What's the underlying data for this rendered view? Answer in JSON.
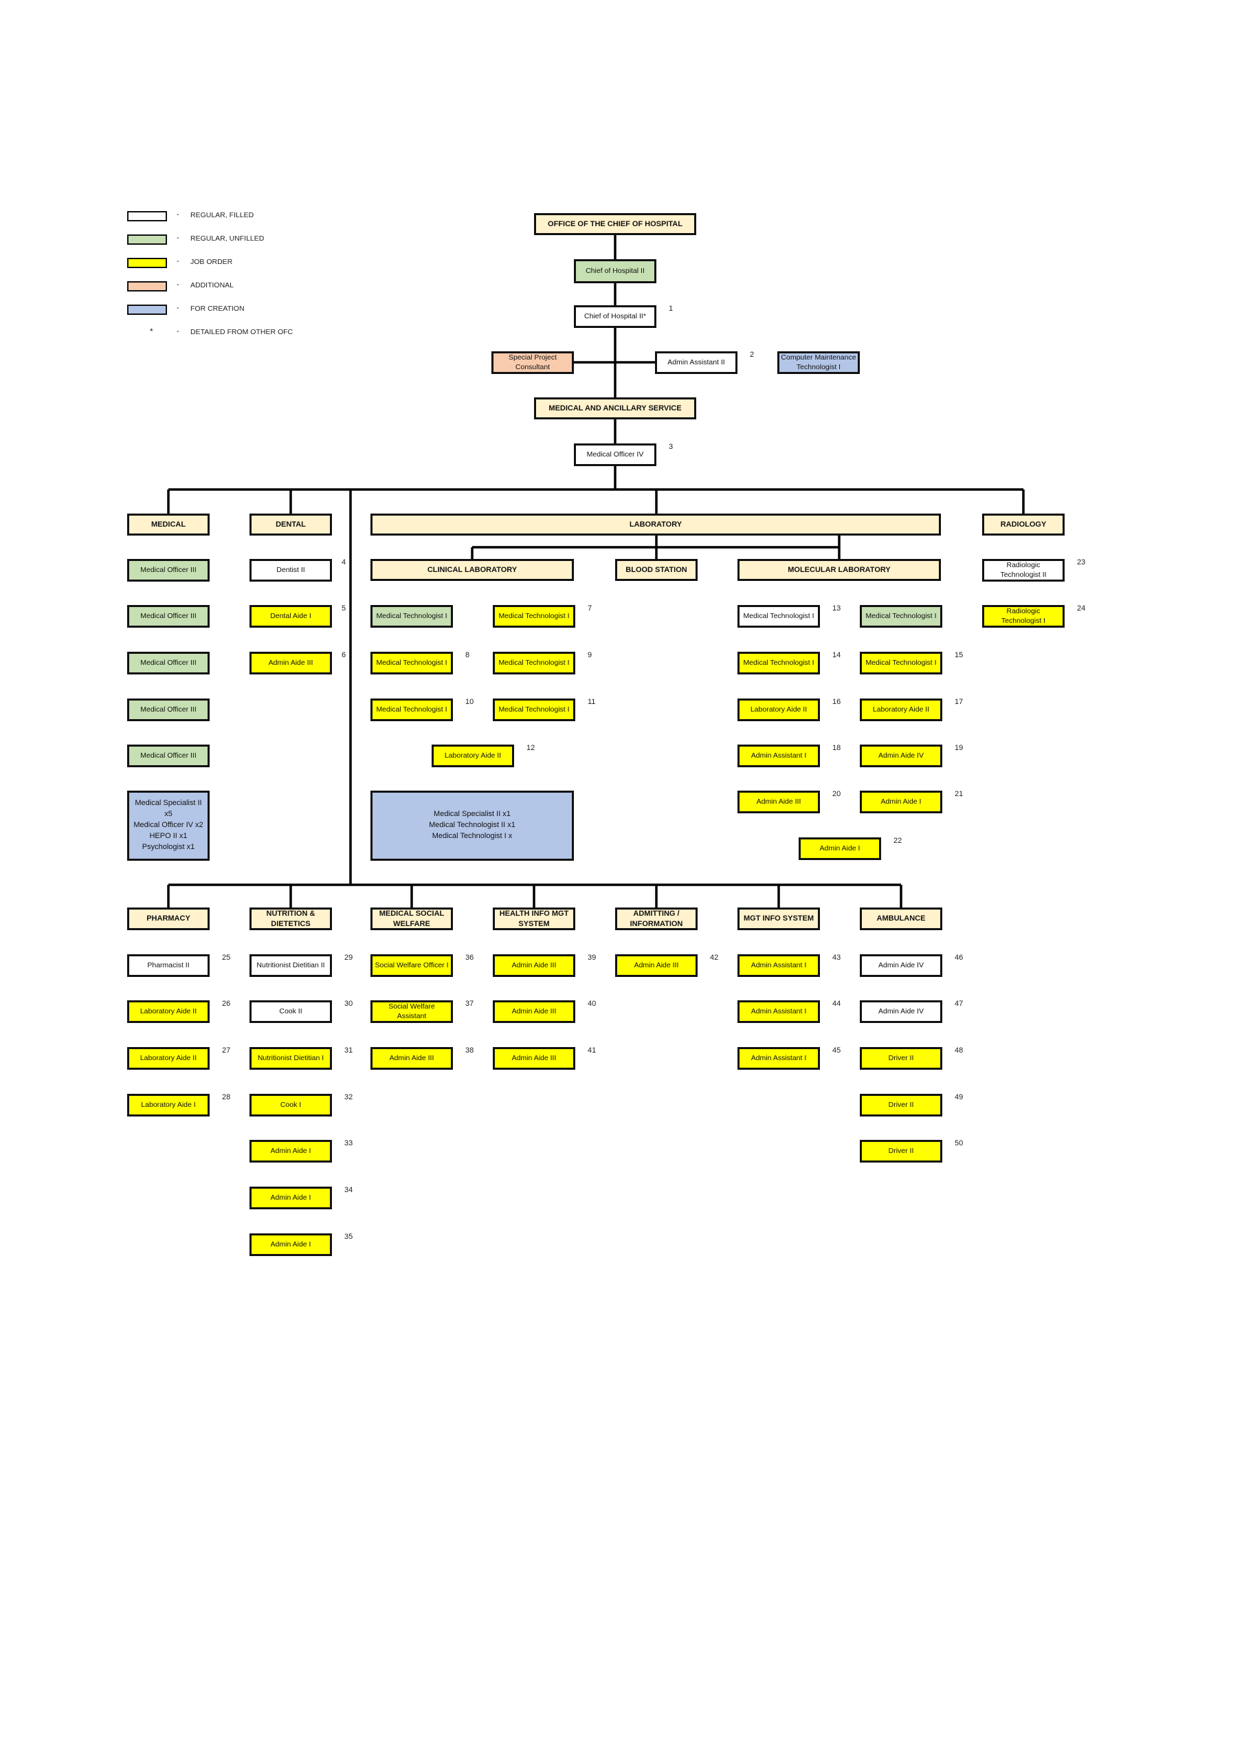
{
  "colors": {
    "filled": "#ffffff",
    "unfilled": "#c6dfb3",
    "job_order": "#ffff00",
    "additional": "#f8cbad",
    "creation": "#b4c6e7",
    "header": "#fff2cc"
  },
  "legend": [
    {
      "label": "REGULAR, FILLED",
      "status": "filled"
    },
    {
      "label": "REGULAR, UNFILLED",
      "status": "unfilled"
    },
    {
      "label": "JOB ORDER",
      "status": "job_order"
    },
    {
      "label": "ADDITIONAL",
      "status": "additional"
    },
    {
      "label": "FOR CREATION",
      "status": "creation"
    }
  ],
  "legend_note": {
    "symbol": "*",
    "label": "DETAILED FROM OTHER OFC"
  },
  "legend_dash": "-",
  "boxes": [
    {
      "id": "office-chief",
      "text": "OFFICE OF THE CHIEF OF HOSPITAL",
      "status": "header",
      "head": true
    },
    {
      "id": "chief-1",
      "text": "Chief of Hospital II",
      "status": "unfilled"
    },
    {
      "id": "chief-2",
      "text": "Chief of Hospital II*",
      "status": "filled"
    },
    {
      "id": "special-project",
      "text": "Special Project Consultant",
      "status": "additional"
    },
    {
      "id": "admin-asst-2",
      "text": "Admin Assistant II",
      "status": "filled"
    },
    {
      "id": "comp-maint",
      "text": "Computer Maintenance Technologist I",
      "status": "creation"
    },
    {
      "id": "med-ancillary",
      "text": "MEDICAL AND ANCILLARY SERVICE",
      "status": "header",
      "head": true
    },
    {
      "id": "med-officer-4",
      "text": "Medical Officer IV",
      "status": "filled"
    },
    {
      "id": "h-medical",
      "text": "MEDICAL",
      "status": "header",
      "head": true
    },
    {
      "id": "h-dental",
      "text": "DENTAL",
      "status": "header",
      "head": true
    },
    {
      "id": "h-laboratory",
      "text": "LABORATORY",
      "status": "header",
      "head": true
    },
    {
      "id": "h-radiology",
      "text": "RADIOLOGY",
      "status": "header",
      "head": true
    },
    {
      "id": "h-clinical",
      "text": "CLINICAL LABORATORY",
      "status": "header",
      "head": true
    },
    {
      "id": "h-blood",
      "text": "BLOOD STATION",
      "status": "header",
      "head": true
    },
    {
      "id": "h-molecular",
      "text": "MOLECULAR LABORATORY",
      "status": "header",
      "head": true
    },
    {
      "id": "mo3-a",
      "text": "Medical Officer III",
      "status": "unfilled"
    },
    {
      "id": "mo3-b",
      "text": "Medical Officer III",
      "status": "unfilled"
    },
    {
      "id": "mo3-c",
      "text": "Medical Officer III",
      "status": "unfilled"
    },
    {
      "id": "mo3-d",
      "text": "Medical Officer III",
      "status": "unfilled"
    },
    {
      "id": "mo3-e",
      "text": "Medical Officer III",
      "status": "unfilled"
    },
    {
      "id": "med-creation",
      "text": "Medical Specialist II x5\nMedical Officer IV x2\nHEPO II x1\nPsychologist x1",
      "status": "creation",
      "big": true
    },
    {
      "id": "dentist-2",
      "text": "Dentist II",
      "status": "filled"
    },
    {
      "id": "dental-aide-1",
      "text": "Dental Aide I",
      "status": "job_order"
    },
    {
      "id": "dental-admin-aide-3",
      "text": "Admin Aide III",
      "status": "job_order"
    },
    {
      "id": "clin-mt-1",
      "text": "Medical Technologist I",
      "status": "unfilled"
    },
    {
      "id": "clin-mt-2",
      "text": "Medical Technologist I",
      "status": "job_order"
    },
    {
      "id": "clin-mt-3",
      "text": "Medical Technologist I",
      "status": "job_order"
    },
    {
      "id": "clin-mt-4",
      "text": "Medical Technologist I",
      "status": "job_order"
    },
    {
      "id": "clin-mt-5",
      "text": "Medical Technologist I",
      "status": "job_order"
    },
    {
      "id": "clin-mt-6",
      "text": "Medical Technologist I",
      "status": "job_order"
    },
    {
      "id": "clin-lab-aide-2",
      "text": "Laboratory Aide II",
      "status": "job_order"
    },
    {
      "id": "lab-creation",
      "text": "Medical Specialist II x1\nMedical Technologist II x1\nMedical Technologist I x",
      "status": "creation",
      "big": true
    },
    {
      "id": "mol-mt-1",
      "text": "Medical Technologist I",
      "status": "filled"
    },
    {
      "id": "mol-mt-2",
      "text": "Medical Technologist I",
      "status": "unfilled"
    },
    {
      "id": "mol-mt-3",
      "text": "Medical Technologist I",
      "status": "job_order"
    },
    {
      "id": "mol-mt-4",
      "text": "Medical Technologist I",
      "status": "job_order"
    },
    {
      "id": "mol-lab-aide-1",
      "text": "Laboratory Aide II",
      "status": "job_order"
    },
    {
      "id": "mol-lab-aide-2",
      "text": "Laboratory Aide II",
      "status": "job_order"
    },
    {
      "id": "mol-admin-asst-1",
      "text": "Admin Assistant I",
      "status": "job_order"
    },
    {
      "id": "mol-admin-aide-4",
      "text": "Admin Aide IV",
      "status": "job_order"
    },
    {
      "id": "mol-admin-aide-3",
      "text": "Admin Aide III",
      "status": "job_order"
    },
    {
      "id": "mol-admin-aide-1a",
      "text": "Admin Aide I",
      "status": "job_order"
    },
    {
      "id": "mol-admin-aide-1b",
      "text": "Admin Aide I",
      "status": "job_order"
    },
    {
      "id": "rad-tech-2",
      "text": "Radiologic Technologist II",
      "status": "filled"
    },
    {
      "id": "rad-tech-1",
      "text": "Radiologic Technologist I",
      "status": "job_order"
    },
    {
      "id": "h-pharmacy",
      "text": "PHARMACY",
      "status": "header",
      "head": true
    },
    {
      "id": "h-nutrition",
      "text": "NUTRITION & DIETETICS",
      "status": "header",
      "head": true
    },
    {
      "id": "h-social",
      "text": "MEDICAL SOCIAL WELFARE",
      "status": "header",
      "head": true
    },
    {
      "id": "h-him",
      "text": "HEALTH INFO MGT SYSTEM",
      "status": "header",
      "head": true
    },
    {
      "id": "h-admitting",
      "text": "ADMITTING / INFORMATION",
      "status": "header",
      "head": true
    },
    {
      "id": "h-mis",
      "text": "MGT INFO SYSTEM",
      "status": "header",
      "head": true
    },
    {
      "id": "h-ambulance",
      "text": "AMBULANCE",
      "status": "header",
      "head": true
    },
    {
      "id": "pharmacist-2",
      "text": "Pharmacist II",
      "status": "filled"
    },
    {
      "id": "pharm-lab-aide-2a",
      "text": "Laboratory Aide II",
      "status": "job_order"
    },
    {
      "id": "pharm-lab-aide-2b",
      "text": "Laboratory Aide II",
      "status": "job_order"
    },
    {
      "id": "pharm-lab-aide-1",
      "text": "Laboratory Aide I",
      "status": "job_order"
    },
    {
      "id": "nutri-2",
      "text": "Nutritionist Dietitian II",
      "status": "filled"
    },
    {
      "id": "cook-2",
      "text": "Cook II",
      "status": "filled"
    },
    {
      "id": "nutri-1",
      "text": "Nutritionist Dietitian I",
      "status": "job_order"
    },
    {
      "id": "cook-1",
      "text": "Cook I",
      "status": "job_order"
    },
    {
      "id": "nutri-admin-aide-1a",
      "text": "Admin Aide I",
      "status": "job_order"
    },
    {
      "id": "nutri-admin-aide-1b",
      "text": "Admin Aide I",
      "status": "job_order"
    },
    {
      "id": "nutri-admin-aide-1c",
      "text": "Admin Aide I",
      "status": "job_order"
    },
    {
      "id": "swo-1",
      "text": "Social Welfare Officer I",
      "status": "job_order"
    },
    {
      "id": "swa",
      "text": "Social Welfare Assistant",
      "status": "job_order"
    },
    {
      "id": "sw-admin-aide-3",
      "text": "Admin Aide III",
      "status": "job_order"
    },
    {
      "id": "him-admin-aide-3a",
      "text": "Admin Aide III",
      "status": "job_order"
    },
    {
      "id": "him-admin-aide-3b",
      "text": "Admin Aide III",
      "status": "job_order"
    },
    {
      "id": "him-admin-aide-3c",
      "text": "Admin Aide III",
      "status": "job_order"
    },
    {
      "id": "adm-admin-aide-3",
      "text": "Admin Aide III",
      "status": "job_order"
    },
    {
      "id": "mis-admin-asst-1a",
      "text": "Admin Assistant I",
      "status": "job_order"
    },
    {
      "id": "mis-admin-asst-1b",
      "text": "Admin Assistant I",
      "status": "job_order"
    },
    {
      "id": "mis-admin-asst-1c",
      "text": "Admin Assistant I",
      "status": "job_order"
    },
    {
      "id": "amb-admin-aide-4a",
      "text": "Admin Aide IV",
      "status": "filled"
    },
    {
      "id": "amb-admin-aide-4b",
      "text": "Admin Aide IV",
      "status": "filled"
    },
    {
      "id": "amb-driver-2a",
      "text": "Driver II",
      "status": "job_order"
    },
    {
      "id": "amb-driver-2b",
      "text": "Driver II",
      "status": "job_order"
    },
    {
      "id": "amb-driver-2c",
      "text": "Driver II",
      "status": "job_order"
    }
  ],
  "numbers": [
    {
      "for": "chief-2",
      "n": "1"
    },
    {
      "for": "admin-asst-2",
      "n": "2"
    },
    {
      "for": "med-officer-4",
      "n": "3"
    },
    {
      "for": "dentist-2",
      "n": "4"
    },
    {
      "for": "dental-aide-1",
      "n": "5"
    },
    {
      "for": "dental-admin-aide-3",
      "n": "6"
    },
    {
      "for": "clin-mt-2",
      "n": "7"
    },
    {
      "for": "clin-mt-3",
      "n": "8"
    },
    {
      "for": "clin-mt-4",
      "n": "9"
    },
    {
      "for": "clin-mt-5",
      "n": "10"
    },
    {
      "for": "clin-mt-6",
      "n": "11"
    },
    {
      "for": "clin-lab-aide-2",
      "n": "12"
    },
    {
      "for": "mol-mt-1",
      "n": "13"
    },
    {
      "for": "mol-mt-3",
      "n": "14"
    },
    {
      "for": "mol-mt-4",
      "n": "15"
    },
    {
      "for": "mol-lab-aide-1",
      "n": "16"
    },
    {
      "for": "mol-lab-aide-2",
      "n": "17"
    },
    {
      "for": "mol-admin-asst-1",
      "n": "18"
    },
    {
      "for": "mol-admin-aide-4",
      "n": "19"
    },
    {
      "for": "mol-admin-aide-3",
      "n": "20"
    },
    {
      "for": "mol-admin-aide-1a",
      "n": "21"
    },
    {
      "for": "mol-admin-aide-1b",
      "n": "22"
    },
    {
      "for": "rad-tech-2",
      "n": "23"
    },
    {
      "for": "rad-tech-1",
      "n": "24"
    },
    {
      "for": "pharmacist-2",
      "n": "25"
    },
    {
      "for": "pharm-lab-aide-2a",
      "n": "26"
    },
    {
      "for": "pharm-lab-aide-2b",
      "n": "27"
    },
    {
      "for": "pharm-lab-aide-1",
      "n": "28"
    },
    {
      "for": "nutri-2",
      "n": "29"
    },
    {
      "for": "cook-2",
      "n": "30"
    },
    {
      "for": "nutri-1",
      "n": "31"
    },
    {
      "for": "cook-1",
      "n": "32"
    },
    {
      "for": "nutri-admin-aide-1a",
      "n": "33"
    },
    {
      "for": "nutri-admin-aide-1b",
      "n": "34"
    },
    {
      "for": "nutri-admin-aide-1c",
      "n": "35"
    },
    {
      "for": "swo-1",
      "n": "36"
    },
    {
      "for": "swa",
      "n": "37"
    },
    {
      "for": "sw-admin-aide-3",
      "n": "38"
    },
    {
      "for": "him-admin-aide-3a",
      "n": "39"
    },
    {
      "for": "him-admin-aide-3b",
      "n": "40"
    },
    {
      "for": "him-admin-aide-3c",
      "n": "41"
    },
    {
      "for": "adm-admin-aide-3",
      "n": "42"
    },
    {
      "for": "mis-admin-asst-1a",
      "n": "43"
    },
    {
      "for": "mis-admin-asst-1b",
      "n": "44"
    },
    {
      "for": "mis-admin-asst-1c",
      "n": "45"
    },
    {
      "for": "amb-admin-aide-4a",
      "n": "46"
    },
    {
      "for": "amb-admin-aide-4b",
      "n": "47"
    },
    {
      "for": "amb-driver-2a",
      "n": "48"
    },
    {
      "for": "amb-driver-2b",
      "n": "49"
    },
    {
      "for": "amb-driver-2c",
      "n": "50"
    }
  ]
}
